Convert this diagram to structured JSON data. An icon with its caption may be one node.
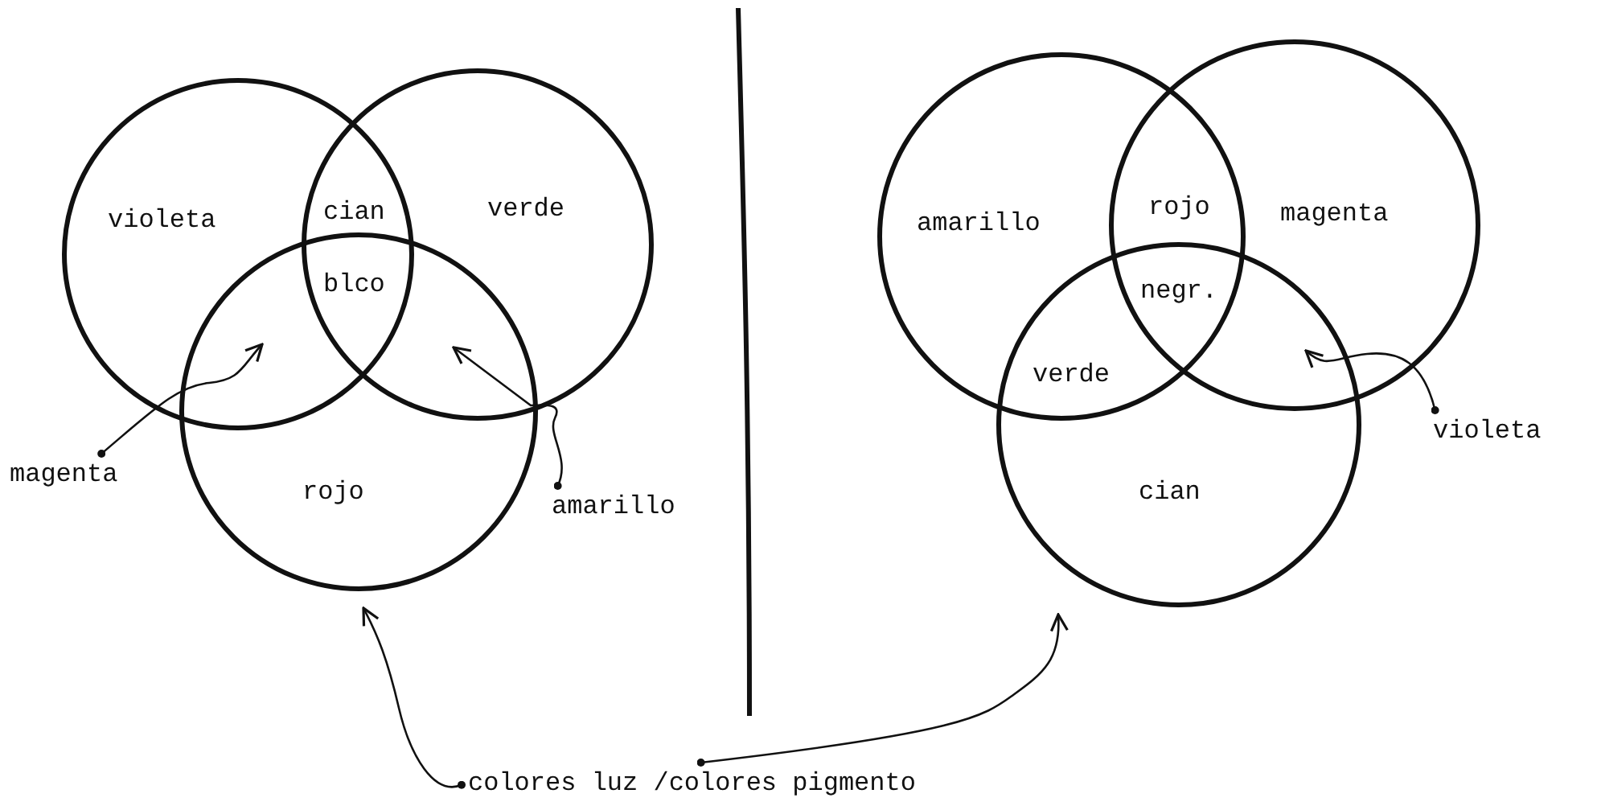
{
  "diagram": {
    "nodes": [
      {
        "text": [
          "magenta"
        ]
      },
      {
        "text": [
          "amarillo"
        ]
      },
      {
        "text": [
          "violeta"
        ]
      },
      {
        "text": [
          "colores luz /colores pigmento"
        ]
      }
    ],
    "edges": [
      {
        "from": 0,
        "to": null,
        "arrow": "to"
      },
      {
        "from": 1,
        "to": null,
        "arrow": "to"
      },
      {
        "from": 2,
        "to": null,
        "arrow": "to"
      },
      {
        "from": 3,
        "to": null,
        "arrow": "to"
      },
      {
        "from": 3,
        "to": null,
        "arrow": "to"
      }
    ],
    "labels": [
      "violeta",
      "cian",
      "verde",
      "blco",
      "rojo",
      "amarillo",
      "rojo",
      "magenta",
      "negr.",
      "verde",
      "cian"
    ]
  }
}
